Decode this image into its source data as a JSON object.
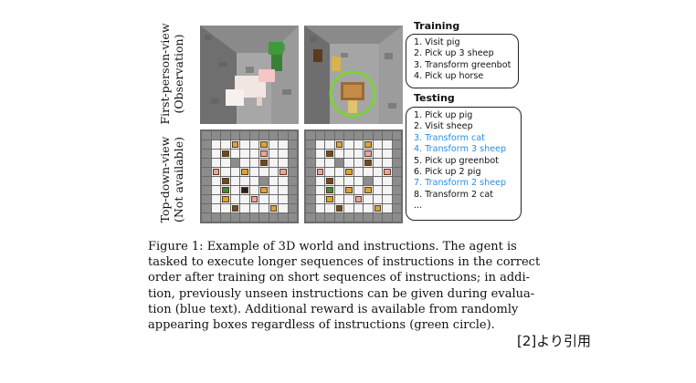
{
  "row_labels": {
    "first_person": [
      "First-person-view",
      "(Observation)"
    ],
    "top_down": [
      "Top-down-view",
      "(Not available)"
    ]
  },
  "training": {
    "title": "Training",
    "items": [
      "1. Visit pig",
      "2. Pick up 3 sheep",
      "3. Transform greenbot",
      "4. Pick up horse"
    ]
  },
  "testing": {
    "title": "Testing",
    "items": [
      {
        "text": "1. Pick up pig",
        "new": false
      },
      {
        "text": "2. Visit sheep",
        "new": false
      },
      {
        "text": "3. Transform cat",
        "new": true
      },
      {
        "text": "4. Transform 3 sheep",
        "new": true
      },
      {
        "text": "5. Pick up greenbot",
        "new": false
      },
      {
        "text": "6. Pick up 2 pig",
        "new": false
      },
      {
        "text": "7. Transform 2 sheep",
        "new": true
      },
      {
        "text": "8. Transform 2 cat",
        "new": false
      },
      {
        "text": "...",
        "new": false
      }
    ]
  },
  "caption": [
    "Figure 1:  Example of 3D world and instructions.  The agent is",
    "tasked to execute longer sequences of instructions in the correct",
    "order after training on short sequences of instructions; in addi-",
    "tion, previously unseen instructions can be given during evalua-",
    "tion (blue text).  Additional reward is available from randomly",
    "appearing boxes regardless of instructions (green circle)."
  ],
  "citation": "[2]より引用",
  "colors": {
    "new_instruction": "#2a8fe0",
    "reward_circle": "#7fd13b",
    "stone": "#8c8c8c"
  }
}
